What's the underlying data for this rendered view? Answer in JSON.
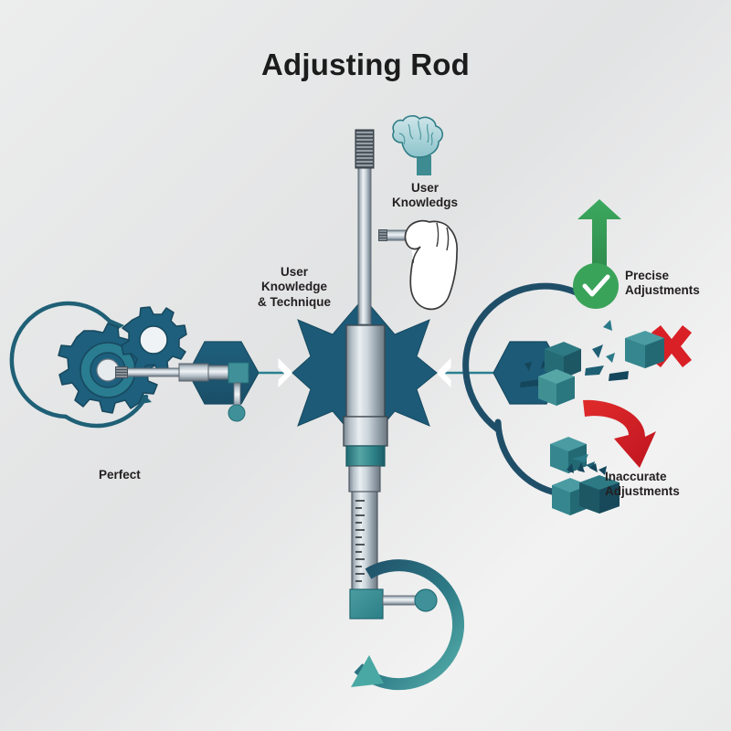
{
  "header": {
    "title": "Adjusting Rod"
  },
  "colors": {
    "background_start": "#eceded",
    "background_end": "#e9eaea",
    "dark_teal": "#1b5571",
    "mid_teal": "#2a7f8e",
    "light_teal": "#4aa3a3",
    "cube_teal": "#3d8f96",
    "green": "#3aa35a",
    "red": "#d92027",
    "metal_light": "#dfe4e8",
    "metal_mid": "#9aa7b1",
    "metal_dark": "#6e7b86",
    "text": "#231f20"
  },
  "labels": {
    "user_knowledgs": "User\nKnowledgs",
    "user_knowledge_technique": "User\nKnowledge\n& Technique",
    "precise_adjustments": "Precise\nAdjustments",
    "inaccurate_adjustments": "Inaccurate\nAdjustments",
    "perfect": "Perfect"
  },
  "icons": {
    "brain": "brain-icon",
    "hand_holding_rod": "hand-holding-rod-icon",
    "gear_large": "gear-large-icon",
    "gear_small": "gear-small-icon",
    "circular_arrow_left": "circular-arrow-icon",
    "circular_arrow_bottom": "circular-rotation-arrow-icon",
    "check_circle": "check-circle-icon",
    "up_arrow": "up-arrow-icon",
    "down_arrow": "down-arrow-icon",
    "x_mark": "x-mark-icon",
    "cube": "cube-icon",
    "chevron_in_left": "chevron-right-icon",
    "chevron_in_right": "chevron-left-icon",
    "threaded_rod": "threaded-rod-icon",
    "graduated_scale": "graduated-scale-icon",
    "hex_left": "hexagon-shape",
    "hex_right": "hexagon-shape",
    "star_center": "four-point-star-shape"
  }
}
